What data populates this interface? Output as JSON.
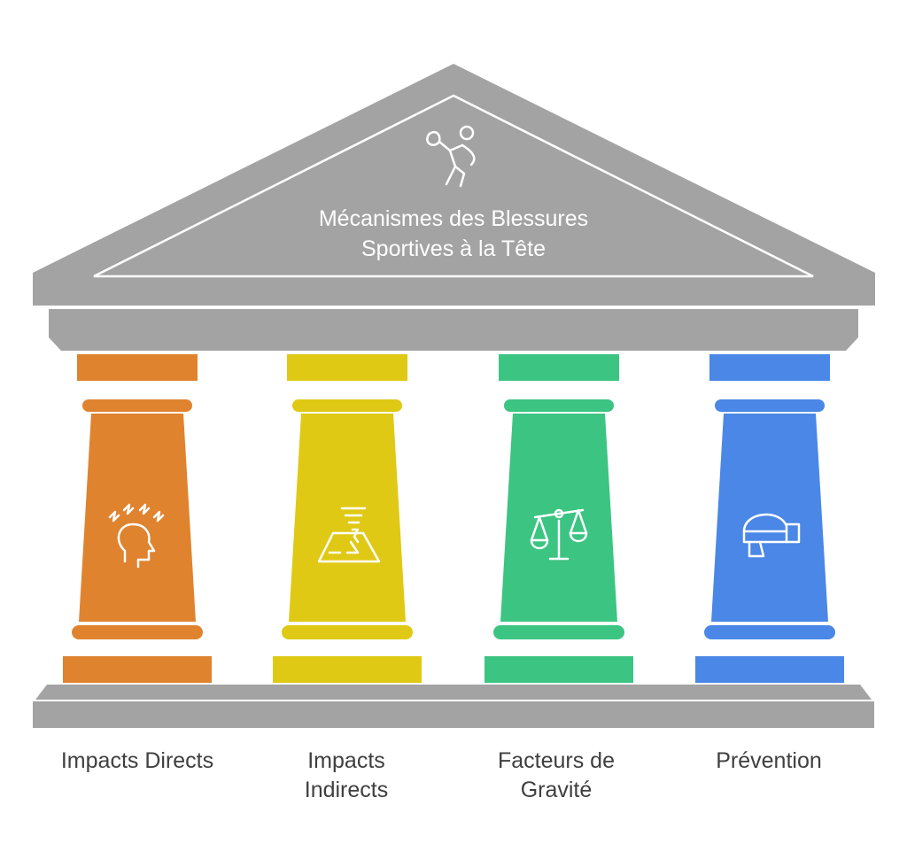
{
  "title": {
    "line1": "Mécanismes des Blessures",
    "line2": "Sportives à la Tête",
    "icon": "player-kick-icon"
  },
  "colors": {
    "stone": "#a3a3a3",
    "outline": "#ffffff",
    "text": "#3f3f3f"
  },
  "pillars": [
    {
      "label_lines": [
        "Impacts Directs"
      ],
      "color": "#e0832f",
      "icon": "head-impact-icon"
    },
    {
      "label_lines": [
        "Impacts",
        "Indirects"
      ],
      "color": "#dfc915",
      "icon": "whirlwind-icon"
    },
    {
      "label_lines": [
        "Facteurs de",
        "Gravité"
      ],
      "color": "#3cc482",
      "icon": "balance-scale-icon"
    },
    {
      "label_lines": [
        "Prévention"
      ],
      "color": "#4a87e6",
      "icon": "helmet-icon"
    }
  ]
}
